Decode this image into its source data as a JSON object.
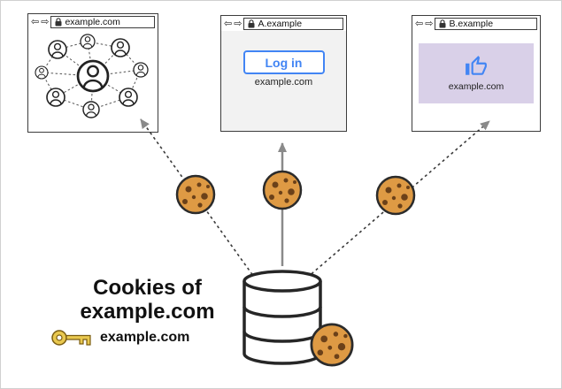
{
  "chrome": {
    "back_icon": "⇦",
    "forward_icon": "⇨"
  },
  "windows": [
    {
      "url": "example.com",
      "content": "social graph of user accounts"
    },
    {
      "url": "A.example",
      "login_button": "Log in",
      "iframe_domain": "example.com"
    },
    {
      "url": "B.example",
      "iframe_domain": "example.com",
      "icon": "thumbs-up"
    }
  ],
  "caption": {
    "line1": "Cookies of",
    "line2": "example.com"
  },
  "key_label": "example.com",
  "colors": {
    "accent_blue": "#4285F4",
    "cookie_body": "#DE9A44",
    "cookie_chip": "#6B4119",
    "iframe_purple": "#D9D0E8",
    "iframe_gray": "#F2F2F2",
    "key_gold": "#E9C84F"
  }
}
